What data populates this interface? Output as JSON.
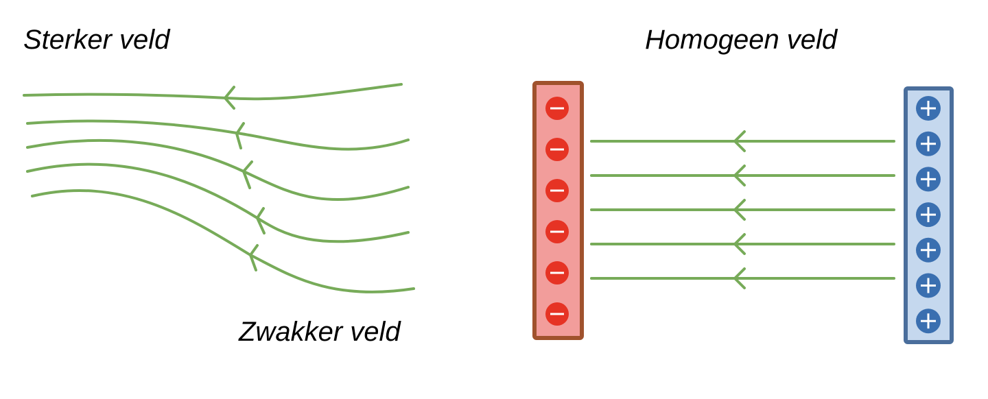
{
  "labels": {
    "strong_field": "Sterker veld",
    "weak_field": "Zwakker veld",
    "homogeneous_field": "Homogeen veld"
  },
  "colors": {
    "field_line": "#77ab59",
    "negative_plate_fill": "#f29d9b",
    "negative_plate_border": "#a0522d",
    "negative_charge": "#e63324",
    "positive_plate_fill": "#c5d8ee",
    "positive_plate_border": "#4a6e9c",
    "positive_charge": "#3a6fb0"
  },
  "negative_plate": {
    "charge_sign": "−",
    "charge_count": 6
  },
  "positive_plate": {
    "charge_sign": "+",
    "charge_count": 7
  },
  "field_line_counts": {
    "nonuniform": 5,
    "uniform": 5
  }
}
